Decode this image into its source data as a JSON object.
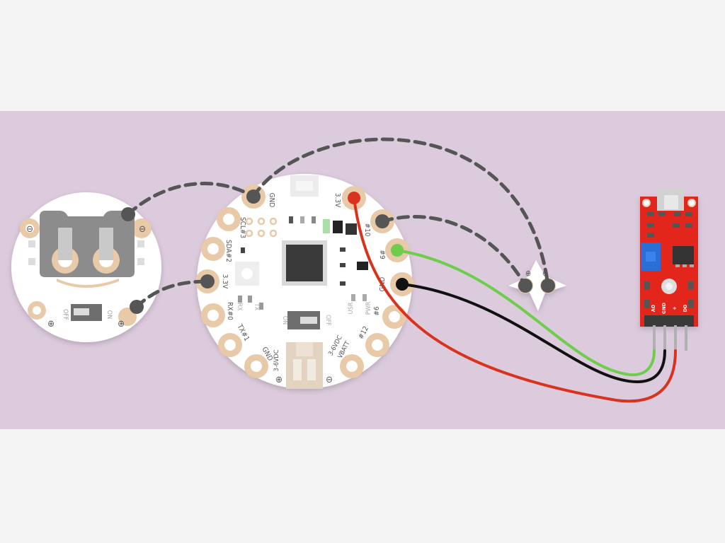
{
  "colors": {
    "page_bg": "#f4f4f4",
    "canvas_bg": "#dccbdd",
    "board": "#ffffff",
    "pad": "#e8c9a8",
    "wire_red": "#d9331f",
    "wire_green": "#6fcc4c",
    "wire_black": "#111111",
    "wire_dashed": "#555555",
    "sensor_board": "#e3251c",
    "potentiometer": "#2b6fd6"
  },
  "battery_holder": {
    "off_label": "OFF",
    "on_label": "ON",
    "minus_sign": "⊖",
    "plus_sign": "⊕"
  },
  "gemma_board": {
    "pads": {
      "gnd_top": "GND",
      "v33_top": "3.3V",
      "p10": "#10",
      "p9": "#9",
      "gnd_right": "GND",
      "p6": "#6",
      "p12": "#12",
      "vbatt": "3-6VDC\nVBATT",
      "gnd_bottom": "GND",
      "v36": "3-6VDC",
      "tx1": "TX#1",
      "rx0": "RX#0",
      "v33_left": "3.3V",
      "sda2": "SDA#2",
      "scl3": "SCL#3"
    },
    "silk": {
      "rx": "RX",
      "tx": "TX",
      "usr": "USR",
      "pwr": "PWR",
      "on": "ON",
      "off": "OFF"
    }
  },
  "led_sequin": {
    "plus_sign": "⊕",
    "minus_sign": "⊖"
  },
  "sound_sensor": {
    "pin_labels": [
      "AO",
      "GND",
      "+",
      "DO"
    ]
  }
}
